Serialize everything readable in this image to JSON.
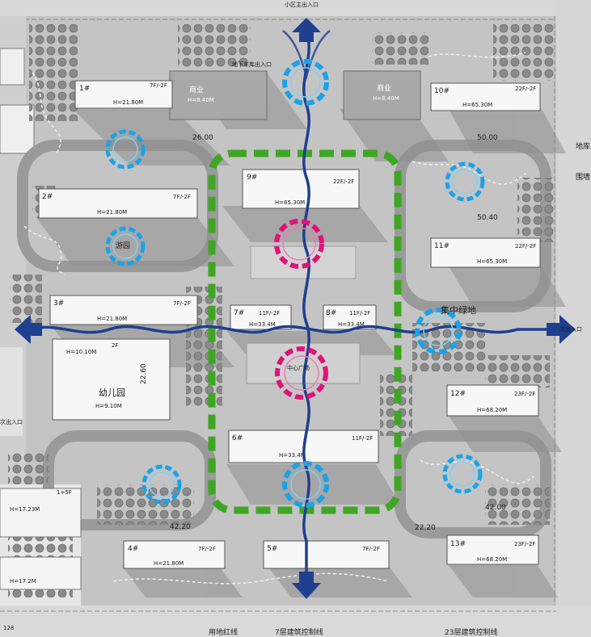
{
  "labels": {
    "main_entrance": "小区主出入口",
    "garage_entrance": "地下车库出入口",
    "central_green": "集中绿地",
    "east_entrance": "次出入口",
    "west_entrance": "次出入口",
    "central_plaza": "中心广场",
    "amusement_garden": "游园",
    "kindergarten": "幼儿园",
    "red_line": "用地红线",
    "setback_7": "7层建筑控制线",
    "setback_23": "23层建筑控制线",
    "east_road_1": "地库",
    "east_road_2": "围墙"
  },
  "buildings": [
    {
      "num": "1#",
      "floors": "7F/-2F",
      "height": "H=21.80M"
    },
    {
      "num": "2#",
      "floors": "7F/-2F",
      "height": "H=21.80M"
    },
    {
      "num": "3#",
      "floors": "7F/-2F",
      "height": "H=21.80M"
    },
    {
      "num": "4#",
      "floors": "7F/-2F",
      "height": "H=21.80M"
    },
    {
      "num": "5#",
      "floors": "7F/-2F",
      "height": "H=21.80M"
    },
    {
      "num": "6#",
      "floors": "11F/-2F",
      "height": "H=33.4M"
    },
    {
      "num": "7#",
      "floors": "11F/-2F",
      "height": "H=33.4M"
    },
    {
      "num": "8#",
      "floors": "11F/-2F",
      "height": "H=33.4M"
    },
    {
      "num": "9#",
      "floors": "22F/-2F",
      "height": "H=65.30M"
    },
    {
      "num": "10#",
      "floors": "22F/-2F",
      "height": "H=65.30M"
    },
    {
      "num": "11#",
      "floors": "22F/-2F",
      "height": "H=65.30M"
    },
    {
      "num": "12#",
      "floors": "23F/-2F",
      "height": "H=68.20M"
    },
    {
      "num": "13#",
      "floors": "23F/-2F",
      "height": "H=68.20M"
    }
  ],
  "commercial": [
    {
      "name": "商业",
      "height": "H=8.40M"
    },
    {
      "name": "商业",
      "height": "H=8.40M"
    }
  ],
  "kinder": {
    "floors": "2F",
    "height_top": "H=10.10M",
    "height_bottom": "H=9.10M"
  },
  "dims": [
    "26.00",
    "50.00",
    "50.40",
    "42.00",
    "22.20",
    "42.20",
    "22.60"
  ],
  "outside": {
    "left_h1": "H=17.23M",
    "left_h2": "H=17.2M",
    "left_f": "1+5F",
    "number": "128"
  },
  "colors": {
    "axis": "#1f3f8f",
    "green_ring": "#3fa624",
    "node_blue": "#1aa3e8",
    "node_pink": "#e0127a"
  }
}
